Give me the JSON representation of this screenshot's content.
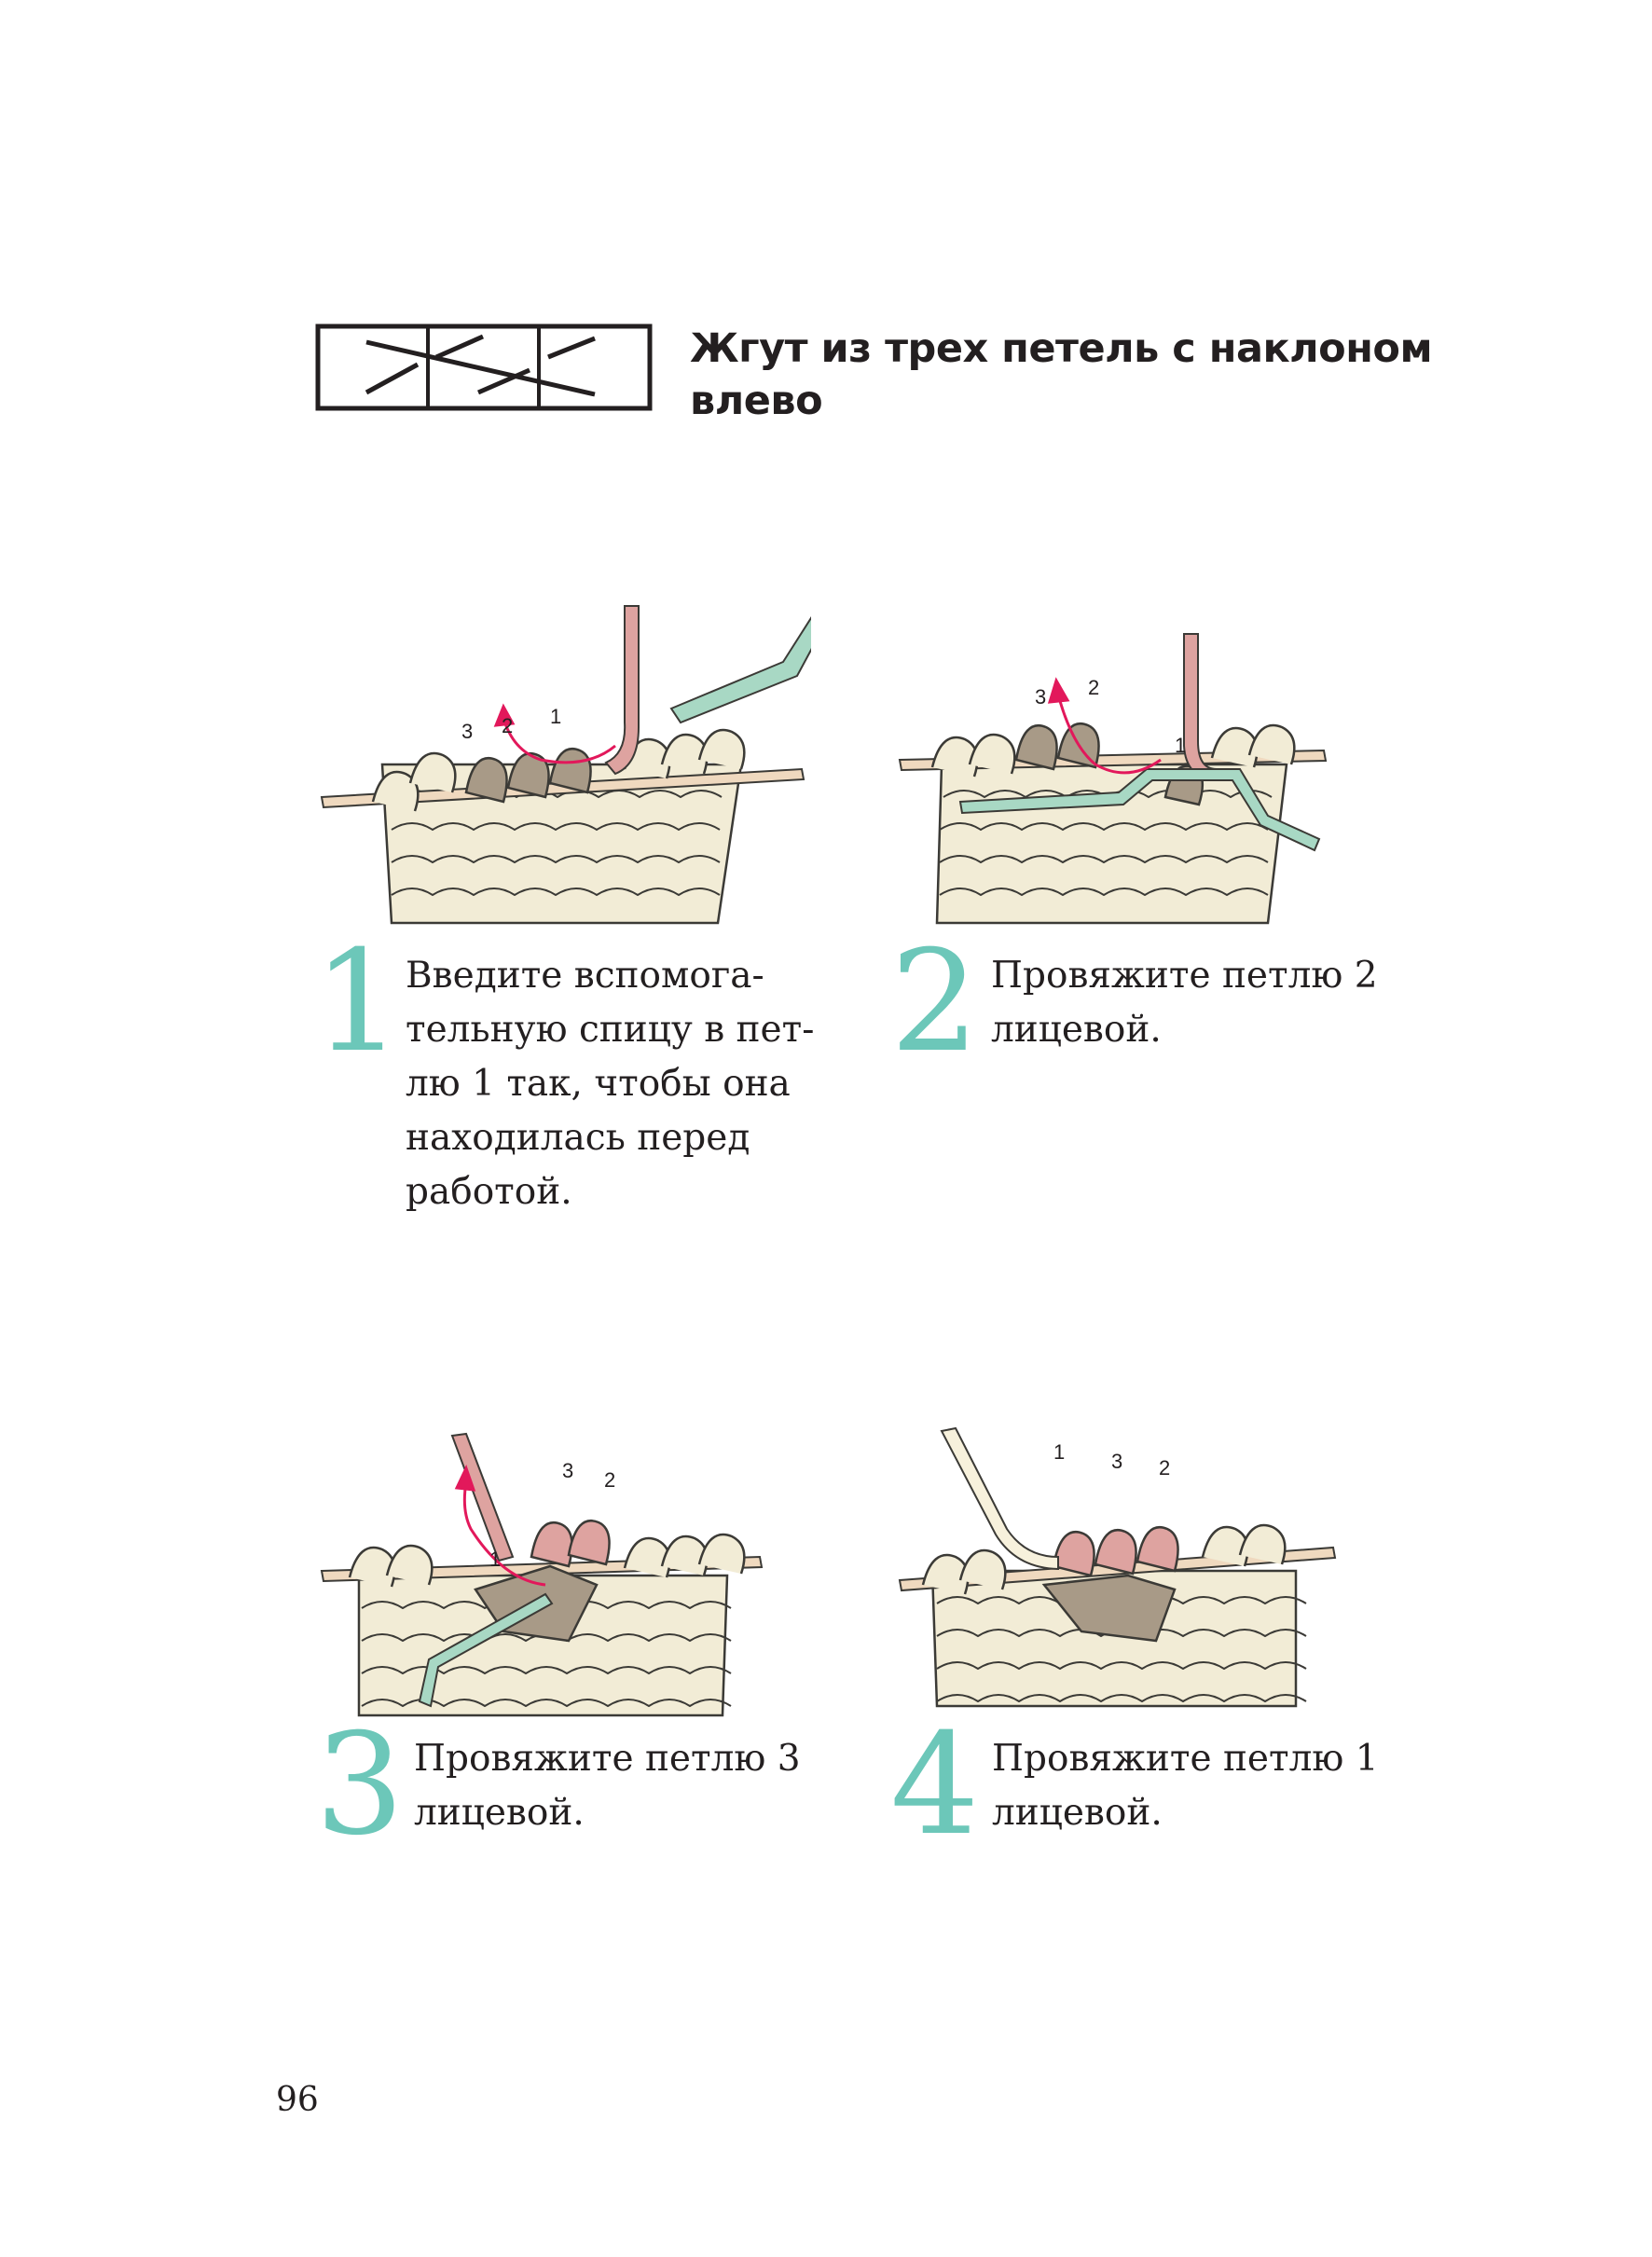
{
  "header": {
    "title_line1": "Жгут из трех петель с наклоном",
    "title_line2": "влево"
  },
  "colors": {
    "accent_number": "#6cc7b9",
    "yarn": "#f2ecd6",
    "yarn_outline": "#3b3a36",
    "needle": "#efd9bf",
    "cable_needle": "#a8d8c4",
    "working_yarn": "#dea3a0",
    "crossed_stitch": "#a89a87",
    "arrow": "#e2185b"
  },
  "steps": [
    {
      "number": "1",
      "text": "Введите вспомога-\nтельную спицу в пет-\nлю 1 так, чтобы она\nнаходилась перед\nработой.",
      "labels": [
        "3",
        "2",
        "1"
      ]
    },
    {
      "number": "2",
      "text": "Провяжите петлю 2\nлицевой.",
      "labels": [
        "3",
        "2",
        "1"
      ]
    },
    {
      "number": "3",
      "text": "Провяжите петлю 3\nлицевой.",
      "labels": [
        "3",
        "2",
        "1"
      ]
    },
    {
      "number": "4",
      "text": "Провяжите петлю 1\nлицевой.",
      "labels": [
        "1",
        "3",
        "2"
      ]
    }
  ],
  "footer": {
    "page_number": "96"
  }
}
